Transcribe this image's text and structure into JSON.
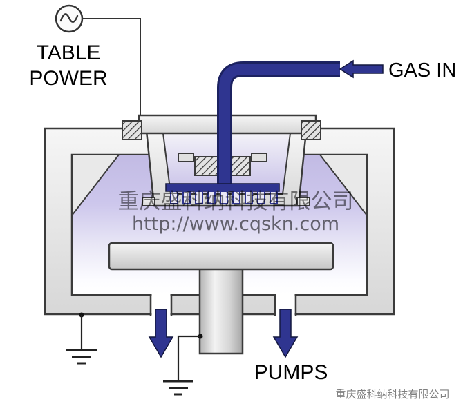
{
  "labels": {
    "table_power": [
      "TABLE",
      "POWER"
    ],
    "gas_in": "GAS IN",
    "pumps": "PUMPS"
  },
  "watermark": {
    "company": "重庆盛科纳科技有限公司",
    "url": "http://www.cqskn.com",
    "corner": "重庆盛科纳科技有限公司"
  },
  "colors": {
    "navy": "#2f3590",
    "navy_dark": "#1c2260",
    "navy_edge": "#14183f",
    "outline": "#3b3b3b",
    "chamber_gray": "#e9e9e9",
    "plasma_top": "#c2bbe4",
    "watermark_gray": "#8f8f8f"
  },
  "icons": {
    "ac_source": "sine-wave-in-circle",
    "gas_in_arrow": "arrow-left",
    "pump_arrows": "arrow-down",
    "ground": "earth-ground-symbol"
  }
}
